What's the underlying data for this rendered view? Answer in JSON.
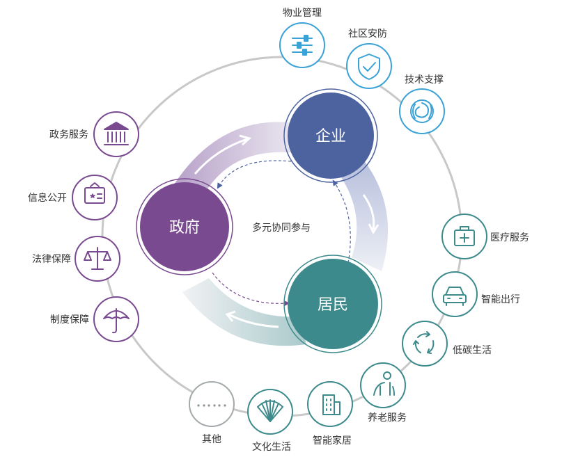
{
  "colors": {
    "ring": "#c4c4c4",
    "government": "#7a4a90",
    "enterprise": "#4d63a0",
    "resident": "#3d8a8c",
    "node_purple": "#7a4a90",
    "node_blue": "#3aa2d6",
    "node_teal": "#3d8a8c",
    "node_gray": "#9fa5a8"
  },
  "center": {
    "label": "多元协同参与"
  },
  "hubs": {
    "government": "政府",
    "enterprise": "企业",
    "resident": "居民"
  },
  "nodes": {
    "property": {
      "label": "物业管理",
      "icon": "sliders-icon"
    },
    "security": {
      "label": "社区安防",
      "icon": "shield-check-icon"
    },
    "tech": {
      "label": "技术支撑",
      "icon": "swirl-icon"
    },
    "gov_service": {
      "label": "政务服务",
      "icon": "institution-icon"
    },
    "info": {
      "label": "信息公开",
      "icon": "notice-board-icon"
    },
    "law": {
      "label": "法律保障",
      "icon": "scales-icon"
    },
    "system": {
      "label": "制度保障",
      "icon": "umbrella-icon"
    },
    "medical": {
      "label": "医疗服务",
      "icon": "medical-kit-icon"
    },
    "travel": {
      "label": "智能出行",
      "icon": "car-icon"
    },
    "lowcarbon": {
      "label": "低碳生活",
      "icon": "recycle-icon"
    },
    "elderly": {
      "label": "养老服务",
      "icon": "elderly-person-icon"
    },
    "home": {
      "label": "智能家居",
      "icon": "building-icon"
    },
    "culture": {
      "label": "文化生活",
      "icon": "fan-icon"
    },
    "other": {
      "label": "其他",
      "icon": "dots-icon"
    }
  }
}
